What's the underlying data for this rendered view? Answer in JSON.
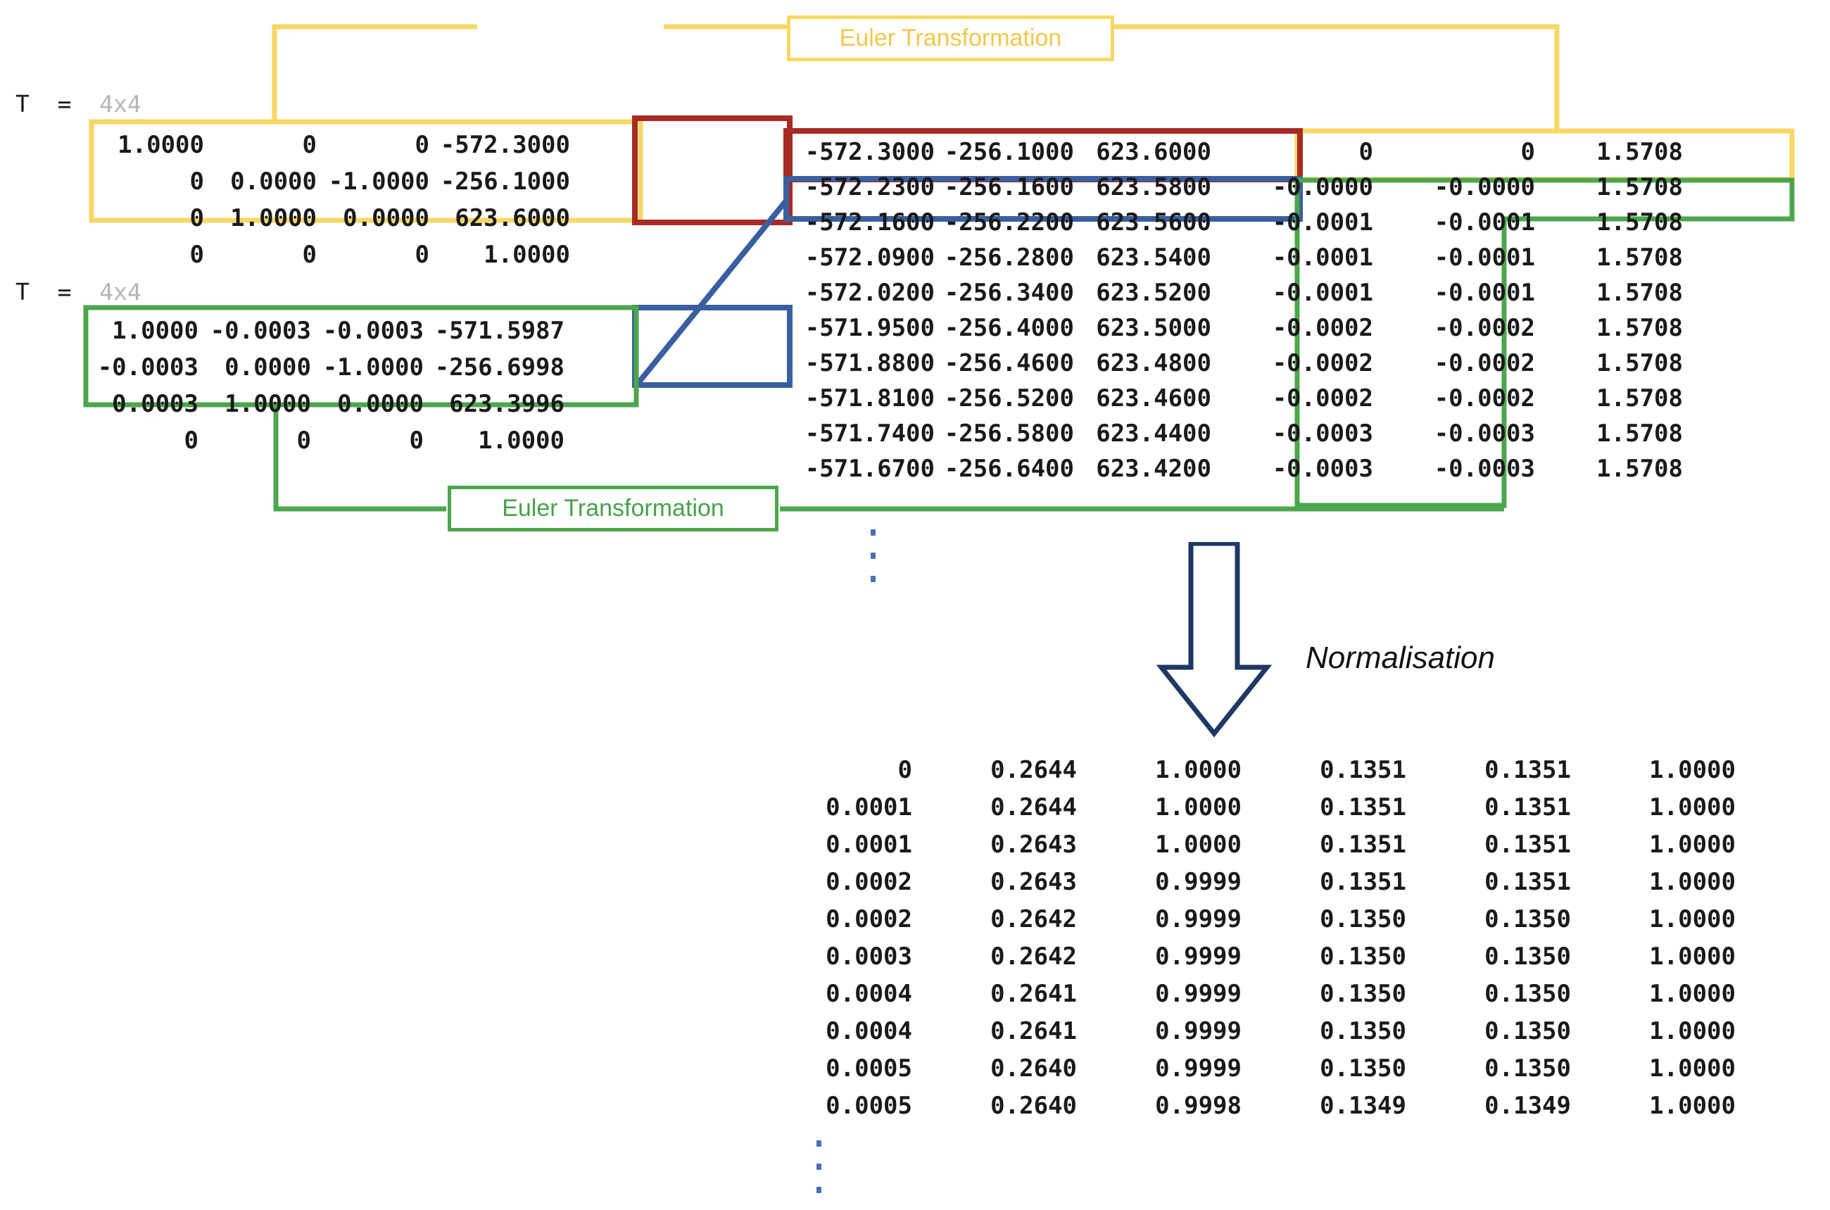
{
  "labels": {
    "t_left": "T  =  ",
    "t_dim": "4x4",
    "euler_top": "Euler Transformation",
    "euler_bottom": "Euler Transformation",
    "normalisation": "Normalisation"
  },
  "colors": {
    "yellow": "#F6D864",
    "red": "#A82A25",
    "green": "#4CA64C",
    "blue": "#3A5FA0",
    "navy": "#1F3864",
    "text": "#1a1a1a",
    "dim_text": "#b5b5b5",
    "dots": "#4472B8"
  },
  "matrix_top": {
    "name": "T",
    "dim": "4x4",
    "rows": [
      [
        "1.0000",
        "0",
        "0",
        "-572.3000"
      ],
      [
        "0",
        "0.0000",
        "-1.0000",
        "-256.1000"
      ],
      [
        "0",
        "1.0000",
        "0.0000",
        "623.6000"
      ],
      [
        "0",
        "0",
        "0",
        "1.0000"
      ]
    ]
  },
  "matrix_bottom": {
    "name": "T",
    "dim": "4x4",
    "rows": [
      [
        "1.0000",
        "-0.0003",
        "-0.0003",
        "-571.5987"
      ],
      [
        "-0.0003",
        "0.0000",
        "-1.0000",
        "-256.6998"
      ],
      [
        "0.0003",
        "1.0000",
        "0.0000",
        "623.3996"
      ],
      [
        "0",
        "0",
        "0",
        "1.0000"
      ]
    ]
  },
  "pose_table": {
    "rows": [
      [
        "-572.3000",
        "-256.1000",
        "623.6000",
        "0",
        "0",
        "1.5708"
      ],
      [
        "-572.2300",
        "-256.1600",
        "623.5800",
        "-0.0000",
        "-0.0000",
        "1.5708"
      ],
      [
        "-572.1600",
        "-256.2200",
        "623.5600",
        "-0.0001",
        "-0.0001",
        "1.5708"
      ],
      [
        "-572.0900",
        "-256.2800",
        "623.5400",
        "-0.0001",
        "-0.0001",
        "1.5708"
      ],
      [
        "-572.0200",
        "-256.3400",
        "623.5200",
        "-0.0001",
        "-0.0001",
        "1.5708"
      ],
      [
        "-571.9500",
        "-256.4000",
        "623.5000",
        "-0.0002",
        "-0.0002",
        "1.5708"
      ],
      [
        "-571.8800",
        "-256.4600",
        "623.4800",
        "-0.0002",
        "-0.0002",
        "1.5708"
      ],
      [
        "-571.8100",
        "-256.5200",
        "623.4600",
        "-0.0002",
        "-0.0002",
        "1.5708"
      ],
      [
        "-571.7400",
        "-256.5800",
        "623.4400",
        "-0.0003",
        "-0.0003",
        "1.5708"
      ],
      [
        "-571.6700",
        "-256.6400",
        "623.4200",
        "-0.0003",
        "-0.0003",
        "1.5708"
      ]
    ],
    "continuation": "vertical-ellipsis"
  },
  "normalised_table": {
    "rows": [
      [
        "0",
        "0.2644",
        "1.0000",
        "0.1351",
        "0.1351",
        "1.0000"
      ],
      [
        "0.0001",
        "0.2644",
        "1.0000",
        "0.1351",
        "0.1351",
        "1.0000"
      ],
      [
        "0.0001",
        "0.2643",
        "1.0000",
        "0.1351",
        "0.1351",
        "1.0000"
      ],
      [
        "0.0002",
        "0.2643",
        "0.9999",
        "0.1351",
        "0.1351",
        "1.0000"
      ],
      [
        "0.0002",
        "0.2642",
        "0.9999",
        "0.1350",
        "0.1350",
        "1.0000"
      ],
      [
        "0.0003",
        "0.2642",
        "0.9999",
        "0.1350",
        "0.1350",
        "1.0000"
      ],
      [
        "0.0004",
        "0.2641",
        "0.9999",
        "0.1350",
        "0.1350",
        "1.0000"
      ],
      [
        "0.0004",
        "0.2641",
        "0.9999",
        "0.1350",
        "0.1350",
        "1.0000"
      ],
      [
        "0.0005",
        "0.2640",
        "0.9999",
        "0.1350",
        "0.1350",
        "1.0000"
      ],
      [
        "0.0005",
        "0.2640",
        "0.9998",
        "0.1349",
        "0.1349",
        "1.0000"
      ]
    ],
    "continuation": "vertical-ellipsis"
  }
}
